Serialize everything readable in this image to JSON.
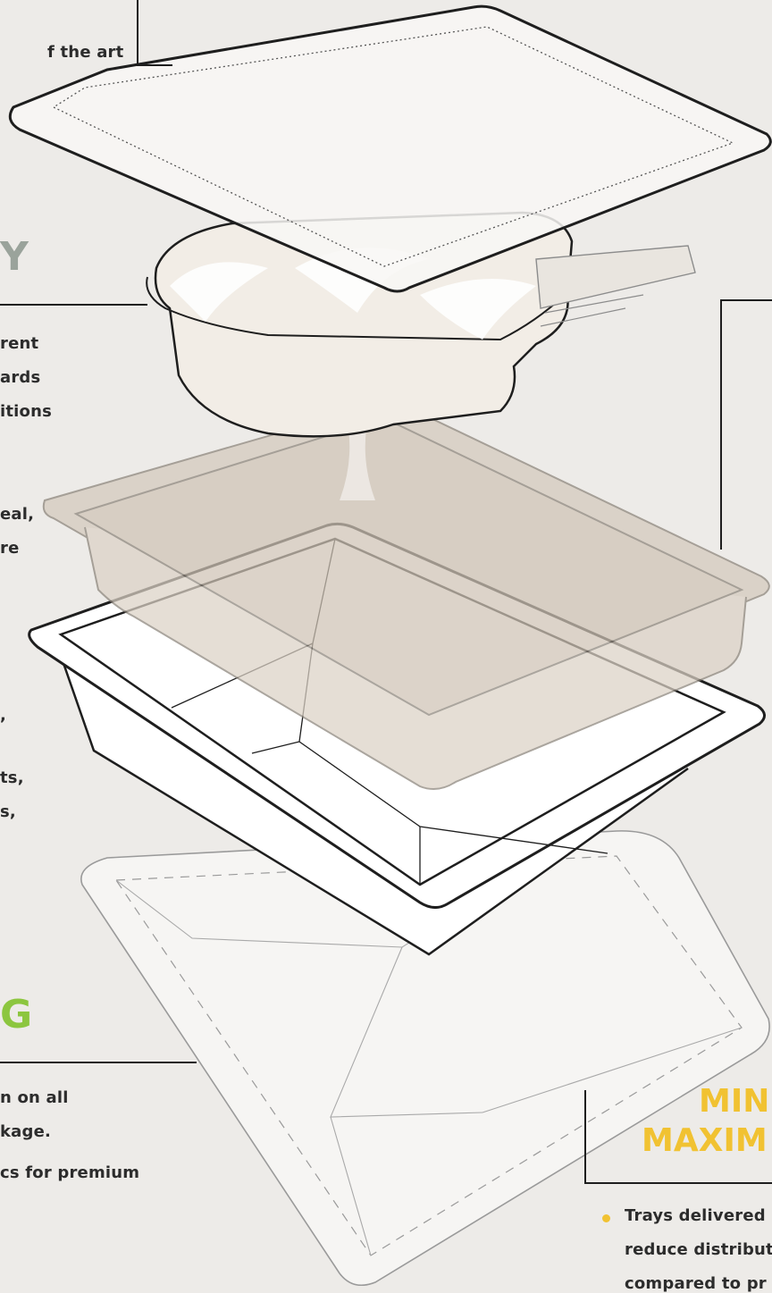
{
  "colors": {
    "background": "#edebe8",
    "line": "#1e1e1e",
    "heading_gray": "#9aa39b",
    "heading_green": "#8cc63f",
    "heading_yellow": "#f1c232",
    "tray_fill": "#ffffff",
    "smoke_fill": "#d8cfc3"
  },
  "left_panel": {
    "top_text": "f the art",
    "heading_1": "Y",
    "lines_1": [
      "rent",
      "ards",
      "itions"
    ],
    "lines_2": [
      "eal,",
      "re"
    ],
    "lines_3": [
      ",",
      "ts,",
      "s,"
    ],
    "heading_2": "G",
    "lines_4": [
      "n on all",
      "kage."
    ],
    "line_5": "cs for premium"
  },
  "right_panel": {
    "heading_line_1": "MIN",
    "heading_line_2": "MAXIM",
    "bullet_lines": [
      "Trays delivered",
      "reduce distributi",
      "compared to pr"
    ]
  }
}
